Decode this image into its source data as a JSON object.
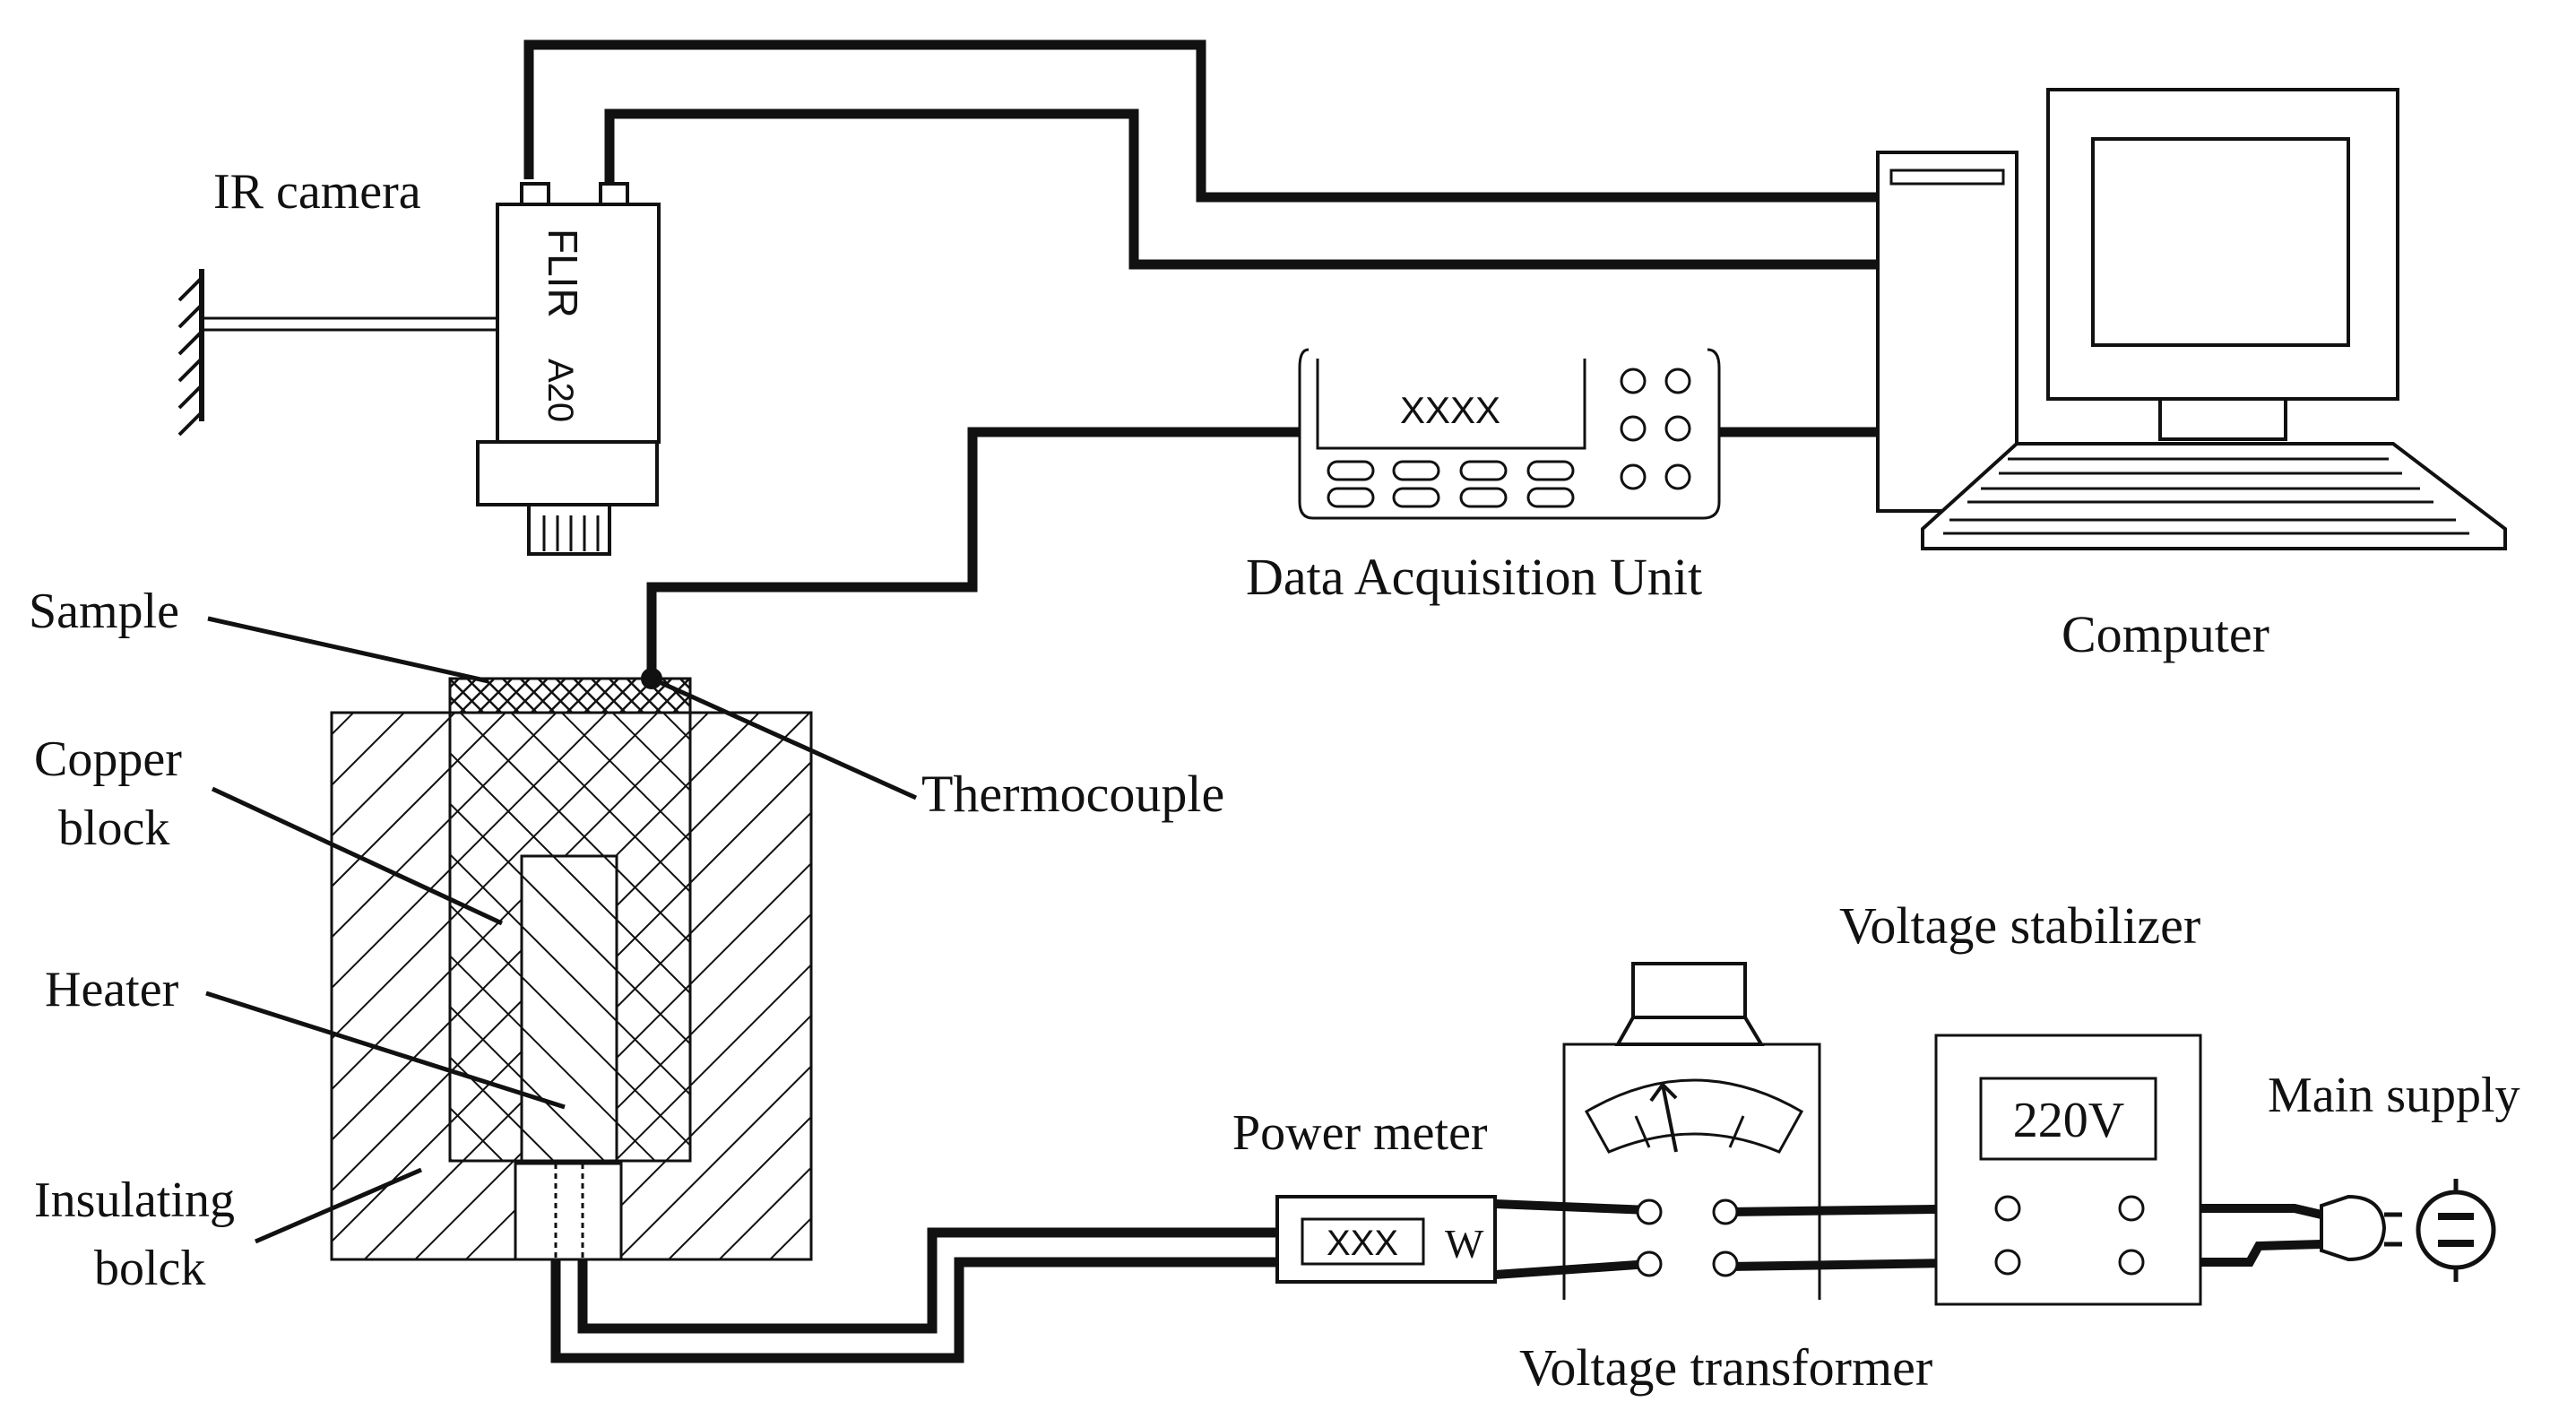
{
  "labels": {
    "ir_camera": "IR camera",
    "camera_brand": "FLIR",
    "camera_model": "A20",
    "daq_display": "XXXX",
    "daq": "Data Acquisition Unit",
    "computer": "Computer",
    "sample": "Sample",
    "copper_line1": "Copper",
    "copper_line2": "block",
    "thermocouple": "Thermocouple",
    "heater": "Heater",
    "insulating_line1": "Insulating",
    "insulating_line2": "bolck",
    "voltage_stabilizer": "Voltage stabilizer",
    "stabilizer_display": "220V",
    "main_supply": "Main supply",
    "power_meter": "Power meter",
    "power_display": "XXX",
    "power_unit": "W",
    "voltage_transformer": "Voltage transformer"
  },
  "colors": {
    "ink": "#111111",
    "background": "#ffffff"
  }
}
